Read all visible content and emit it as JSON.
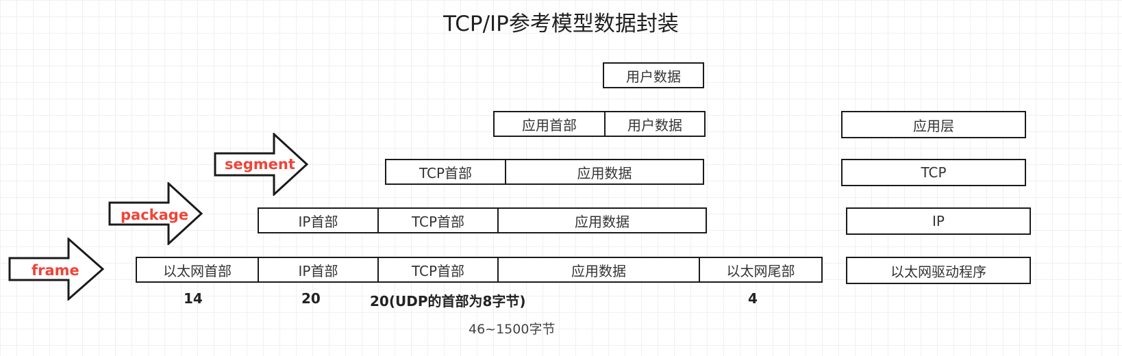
{
  "title": "TCP/IP参考模型数据封装",
  "rows": {
    "r1": [
      "用户数据"
    ],
    "r2": [
      "应用首部",
      "用户数据"
    ],
    "r3": [
      "TCP首部",
      "应用数据"
    ],
    "r4": [
      "IP首部",
      "TCP首部",
      "应用数据"
    ],
    "r5": [
      "以太网首部",
      "IP首部",
      "TCP首部",
      "应用数据",
      "以太网尾部"
    ]
  },
  "layers": [
    "应用层",
    "TCP",
    "IP",
    "以太网驱动程序"
  ],
  "arrows": {
    "segment": "segment",
    "package": "package",
    "frame": "frame"
  },
  "sizes": {
    "eth_header": "14",
    "ip_header": "20",
    "tcp_header": "20(UDP的首部为8字节)",
    "eth_trailer": "4"
  },
  "total": "46~1500字节",
  "colors": {
    "arrow_label": "#f04438",
    "stroke": "#1a1a1a"
  }
}
